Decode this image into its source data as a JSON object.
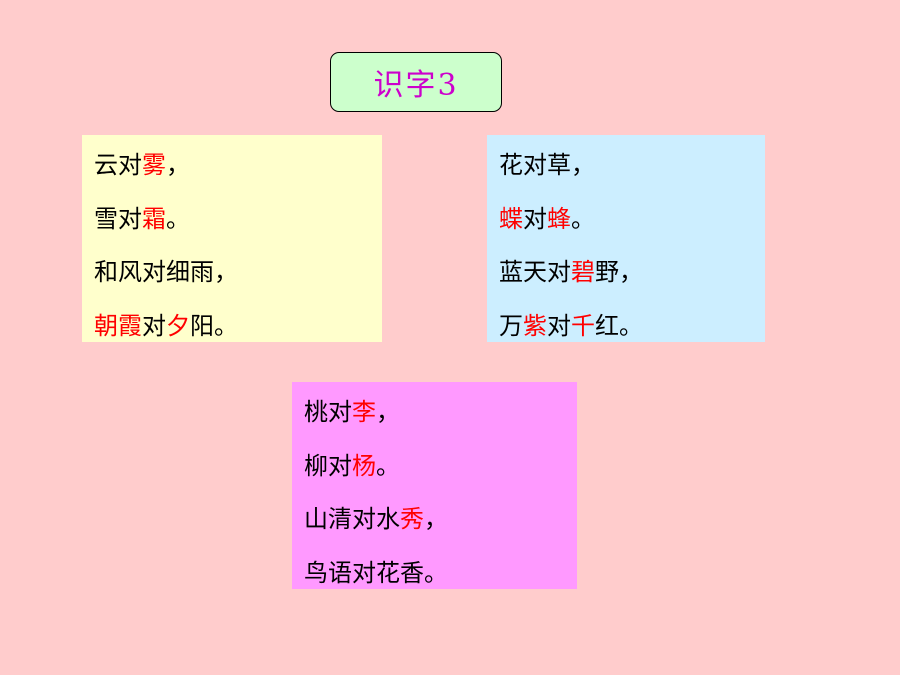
{
  "title": {
    "text": "识字3",
    "color": "#cc00cc",
    "background": "#ccffcc"
  },
  "colors": {
    "page_background": "#ffcccc",
    "highlight": "#ff0000",
    "normal_text": "#000000"
  },
  "boxes": [
    {
      "background": "#ffffcc",
      "lines": [
        [
          {
            "t": "云对",
            "hl": false
          },
          {
            "t": "雾",
            "hl": true
          },
          {
            "t": "，",
            "hl": false
          }
        ],
        [
          {
            "t": "雪对",
            "hl": false
          },
          {
            "t": "霜",
            "hl": true
          },
          {
            "t": "。",
            "hl": false
          }
        ],
        [
          {
            "t": "和风对细雨，",
            "hl": false
          }
        ],
        [
          {
            "t": "朝霞",
            "hl": true
          },
          {
            "t": "对",
            "hl": false
          },
          {
            "t": "夕",
            "hl": true
          },
          {
            "t": "阳。",
            "hl": false
          }
        ]
      ]
    },
    {
      "background": "#cceeff",
      "lines": [
        [
          {
            "t": "花对草，",
            "hl": false
          }
        ],
        [
          {
            "t": "蝶",
            "hl": true
          },
          {
            "t": "对",
            "hl": false
          },
          {
            "t": "蜂",
            "hl": true
          },
          {
            "t": "。",
            "hl": false
          }
        ],
        [
          {
            "t": "蓝天对",
            "hl": false
          },
          {
            "t": "碧",
            "hl": true
          },
          {
            "t": "野，",
            "hl": false
          }
        ],
        [
          {
            "t": "万",
            "hl": false
          },
          {
            "t": "紫",
            "hl": true
          },
          {
            "t": "对",
            "hl": false
          },
          {
            "t": "千",
            "hl": true
          },
          {
            "t": "红。",
            "hl": false
          }
        ]
      ]
    },
    {
      "background": "#ff99ff",
      "lines": [
        [
          {
            "t": "桃对",
            "hl": false
          },
          {
            "t": "李",
            "hl": true
          },
          {
            "t": "，",
            "hl": false
          }
        ],
        [
          {
            "t": "柳对",
            "hl": false
          },
          {
            "t": "杨",
            "hl": true
          },
          {
            "t": "。",
            "hl": false
          }
        ],
        [
          {
            "t": "山清对水",
            "hl": false
          },
          {
            "t": "秀",
            "hl": true
          },
          {
            "t": "，",
            "hl": false
          }
        ],
        [
          {
            "t": "鸟语对花香。",
            "hl": false
          }
        ]
      ]
    }
  ]
}
